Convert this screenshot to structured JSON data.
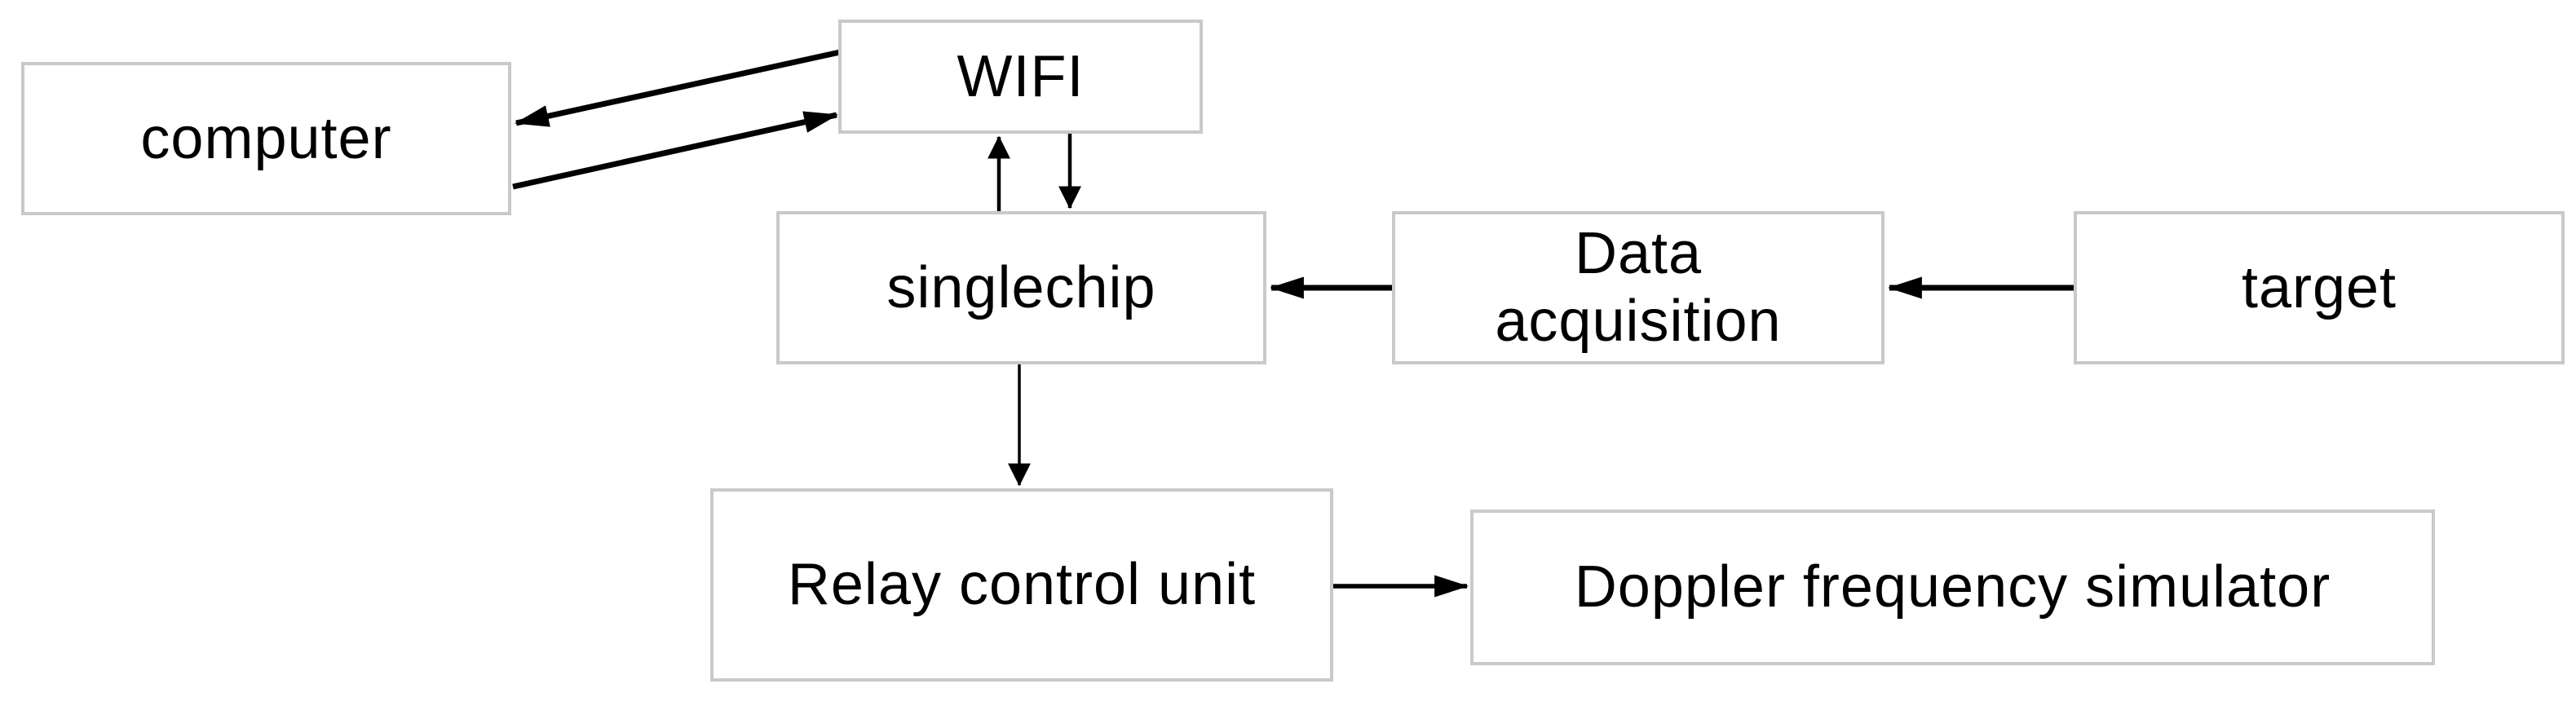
{
  "diagram": {
    "type": "block-diagram",
    "background": "#ffffff",
    "colors": {
      "box_border": "#c9c9c9",
      "box_fill": "#ffffff",
      "text": "#000000",
      "arrow": "#000000"
    },
    "nodes": {
      "computer": {
        "label": "computer"
      },
      "wifi": {
        "label": "WIFI"
      },
      "singlechip": {
        "label": "singlechip"
      },
      "data_acquisition": {
        "label": "Data acquisition",
        "lines": [
          "Data",
          "acquisition"
        ]
      },
      "target": {
        "label": "target"
      },
      "relay_control_unit": {
        "label": "Relay control unit"
      },
      "doppler_frequency_simulator": {
        "label": "Doppler frequency simulator"
      }
    },
    "edges": [
      {
        "from": "wifi",
        "to": "computer",
        "style": "diagonal"
      },
      {
        "from": "computer",
        "to": "wifi",
        "style": "diagonal"
      },
      {
        "from": "singlechip",
        "to": "wifi",
        "style": "vertical"
      },
      {
        "from": "wifi",
        "to": "singlechip",
        "style": "vertical"
      },
      {
        "from": "data_acquisition",
        "to": "singlechip",
        "style": "horizontal"
      },
      {
        "from": "target",
        "to": "data_acquisition",
        "style": "horizontal"
      },
      {
        "from": "singlechip",
        "to": "relay_control_unit",
        "style": "vertical"
      },
      {
        "from": "relay_control_unit",
        "to": "doppler_frequency_simulator",
        "style": "horizontal"
      }
    ]
  }
}
